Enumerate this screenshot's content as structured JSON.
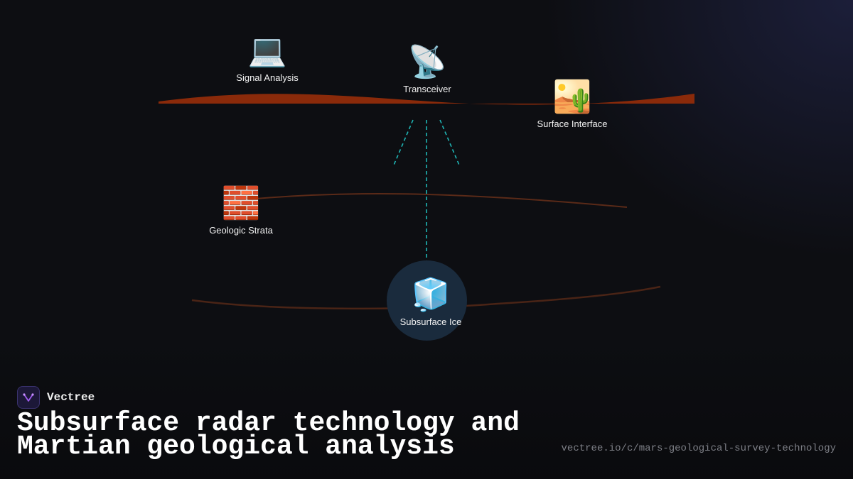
{
  "diagram": {
    "nodes": {
      "signal_analysis": {
        "icon": "laptop-icon",
        "glyph": "💻",
        "label": "Signal Analysis"
      },
      "transceiver": {
        "icon": "satellite-dish-icon",
        "glyph": "📡",
        "label": "Transceiver"
      },
      "surface_interface": {
        "icon": "desert-icon",
        "glyph": "🏜️",
        "label": "Surface Interface"
      },
      "geologic_strata": {
        "icon": "brick-icon",
        "glyph": "🧱",
        "label": "Geologic Strata"
      },
      "subsurface_ice": {
        "icon": "ice-cube-icon",
        "glyph": "🧊",
        "label": "Subsurface Ice"
      }
    },
    "colors": {
      "surface_band": "#8a2a0a",
      "strata_line": "#5a2a18",
      "radar_beam": "#1fb5b5",
      "ice_disc": "#1a2b3d"
    }
  },
  "branding": {
    "name": "Vectree",
    "logo_icon": "vectree-logo-icon"
  },
  "title": "Subsurface radar technology and Martian geological analysis",
  "url": "vectree.io/c/mars-geological-survey-technology"
}
